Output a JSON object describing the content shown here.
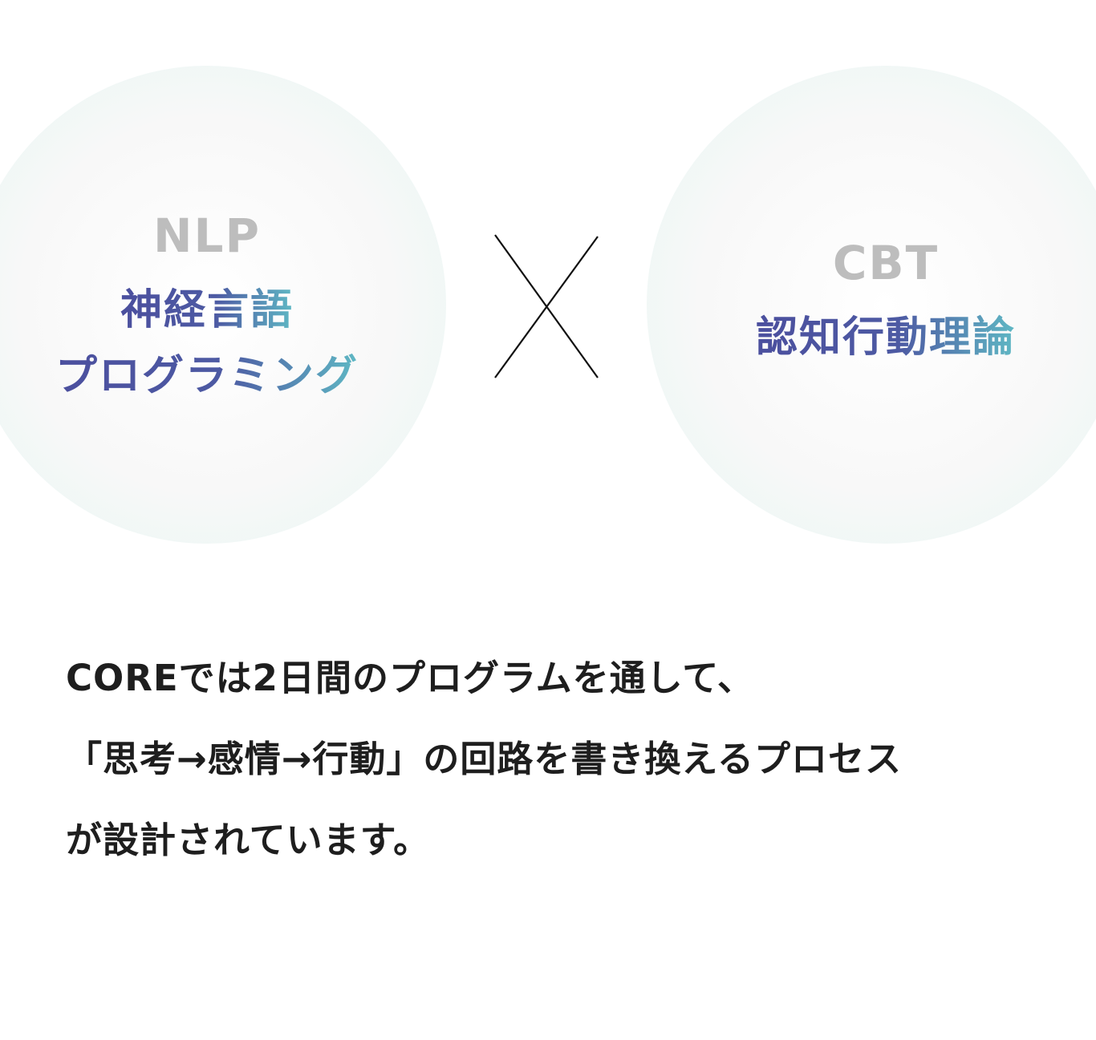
{
  "left_circle": {
    "title": "NLP",
    "line1": "神経言語",
    "line2": "プログラミング"
  },
  "cross_symbol": "×",
  "right_circle": {
    "title": "CBT",
    "line1": "認知行動理論"
  },
  "description": {
    "lines": [
      "COREでは2日間のプログラムを通して、",
      "「思考→感情→行動」の回路を書き換えるプロセス",
      "が設計されています。"
    ]
  },
  "colors": {
    "gray": "#bdbdbd",
    "purple": "#4b4f9e",
    "teal": "#5fb8c4",
    "text": "#1e1e1e"
  }
}
